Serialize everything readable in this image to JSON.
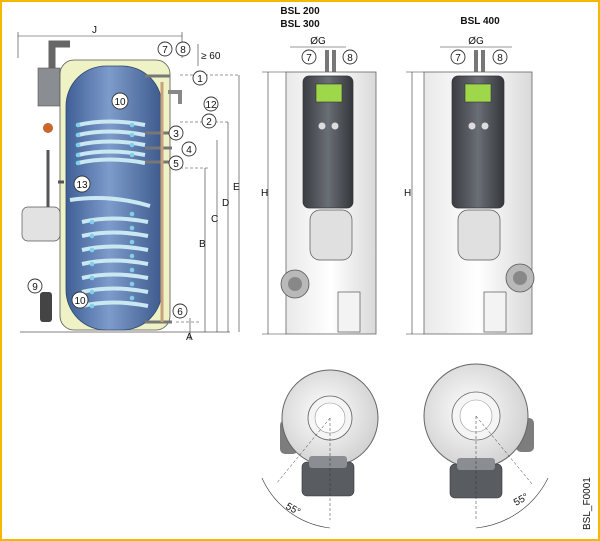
{
  "models": {
    "left_title_1": "BSL 200",
    "left_title_2": "BSL 300",
    "right_title": "BSL 400"
  },
  "dimensions": {
    "J": "J",
    "H_left": "H",
    "H_right": "H",
    "A": "A",
    "B": "B",
    "C": "C",
    "D": "D",
    "E": "E",
    "min_clearance": "≥ 60",
    "diameter_left": "ØG",
    "diameter_right": "ØG",
    "angle_left": "55°",
    "angle_right": "55°"
  },
  "callouts": {
    "c1": "1",
    "c2": "2",
    "c3": "3",
    "c4": "4",
    "c5": "5",
    "c6": "6",
    "c7": "7",
    "c8": "8",
    "c9": "9",
    "c10_top": "10",
    "c10_bottom": "10",
    "c12": "12",
    "c13": "13",
    "c7_mid": "7",
    "c8_mid": "8",
    "c7_right": "7",
    "c8_right": "8"
  },
  "figure_code": "BSL_F0001",
  "colors": {
    "frame": "#f5b800",
    "tank_blue": "#5b7fb8",
    "insulation": "#eef2c4",
    "coil_cyan": "#7fd0e8",
    "casing_gray": "#4a4d52",
    "display_green": "#9ed84a"
  }
}
